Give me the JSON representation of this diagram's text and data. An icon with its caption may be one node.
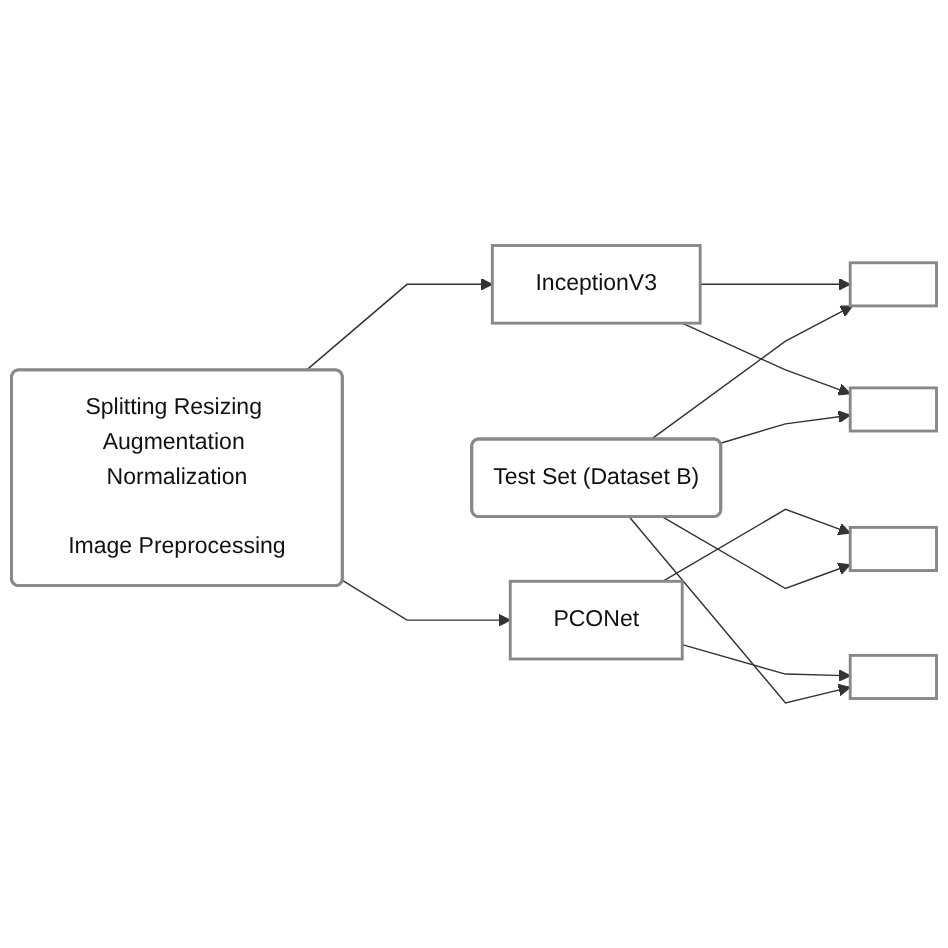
{
  "diagram": {
    "nodes": [
      {
        "text": [
          "Splitting Resizing Augmentation Normalization",
          "Image Preprocessing"
        ]
      },
      {
        "text": [
          "InceptionV3"
        ]
      },
      {
        "text": [
          "PCONet"
        ]
      },
      {
        "text": [
          "Test Set (Dataset B)"
        ]
      },
      {
        "text": [],
        "shape": "box"
      },
      {
        "text": [],
        "shape": "box"
      },
      {
        "text": [],
        "shape": "box"
      },
      {
        "text": [],
        "shape": "box"
      }
    ],
    "edges": [
      {
        "from": 0,
        "to": 1,
        "arrow": "to"
      },
      {
        "from": 0,
        "to": 2,
        "arrow": "to"
      },
      {
        "from": 1,
        "to": 4,
        "arrow": "to"
      },
      {
        "from": 1,
        "to": 5,
        "arrow": "to"
      },
      {
        "from": 3,
        "to": 4,
        "arrow": "to"
      },
      {
        "from": 3,
        "to": 5,
        "arrow": "to"
      },
      {
        "from": 2,
        "to": 6,
        "arrow": "to"
      },
      {
        "from": 2,
        "to": 7,
        "arrow": "to"
      },
      {
        "from": 3,
        "to": 6,
        "arrow": "to"
      },
      {
        "from": 3,
        "to": 7,
        "arrow": "to"
      }
    ]
  }
}
